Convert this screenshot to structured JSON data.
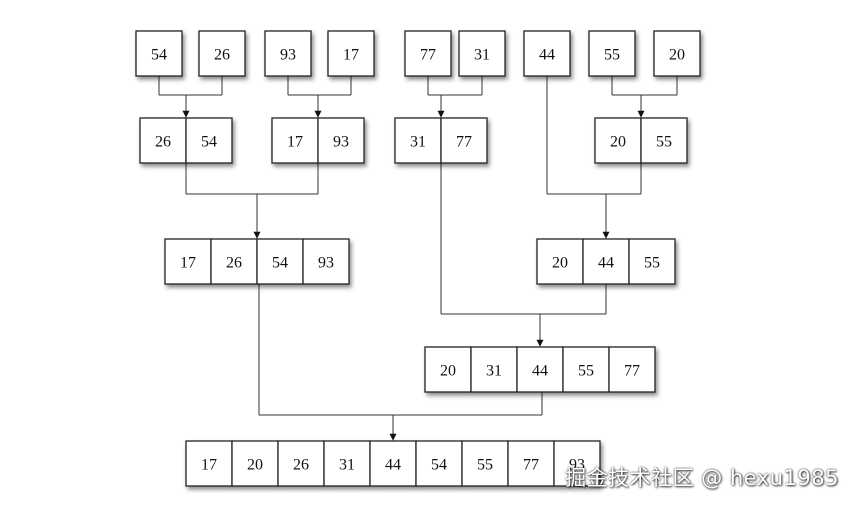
{
  "diagram": {
    "levels": [
      {
        "name": "level-0-singletons",
        "groups": [
          {
            "values": [
              "54"
            ]
          },
          {
            "values": [
              "26"
            ]
          },
          {
            "values": [
              "93"
            ]
          },
          {
            "values": [
              "17"
            ]
          },
          {
            "values": [
              "77"
            ]
          },
          {
            "values": [
              "31"
            ]
          },
          {
            "values": [
              "44"
            ]
          },
          {
            "values": [
              "55"
            ]
          },
          {
            "values": [
              "20"
            ]
          }
        ]
      },
      {
        "name": "level-1-pairs",
        "groups": [
          {
            "values": [
              "26",
              "54"
            ]
          },
          {
            "values": [
              "17",
              "93"
            ]
          },
          {
            "values": [
              "31",
              "77"
            ]
          },
          {
            "values": [
              "20",
              "55"
            ]
          }
        ]
      },
      {
        "name": "level-2",
        "groups": [
          {
            "values": [
              "17",
              "26",
              "54",
              "93"
            ]
          },
          {
            "values": [
              "20",
              "44",
              "55"
            ]
          }
        ]
      },
      {
        "name": "level-3",
        "groups": [
          {
            "values": [
              "20",
              "31",
              "44",
              "55",
              "77"
            ]
          }
        ]
      },
      {
        "name": "level-4-result",
        "groups": [
          {
            "values": [
              "17",
              "20",
              "26",
              "31",
              "44",
              "54",
              "55",
              "77",
              "93"
            ]
          }
        ]
      }
    ]
  },
  "watermark": {
    "text": "掘金技术社区 @ hexu1985"
  }
}
